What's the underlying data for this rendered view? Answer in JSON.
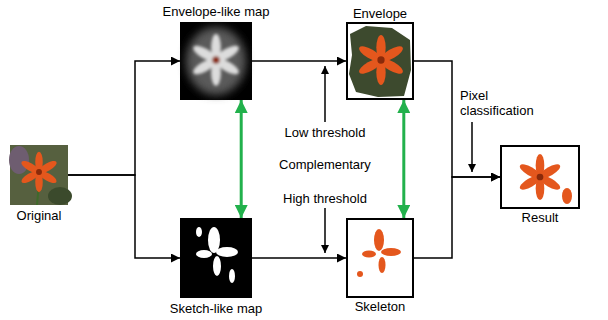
{
  "diagram": {
    "nodes": [
      {
        "text": [
          "Original"
        ]
      },
      {
        "text": [
          "Envelope-like map"
        ]
      },
      {
        "text": [
          "Envelope"
        ]
      },
      {
        "text": [
          "Sketch-like map"
        ]
      },
      {
        "text": [
          "Skeleton"
        ]
      },
      {
        "text": [
          "Result"
        ]
      }
    ],
    "edges": [
      {
        "from": 0,
        "to": 1,
        "arrow": "to"
      },
      {
        "from": 0,
        "to": 3,
        "arrow": "to"
      },
      {
        "from": 1,
        "to": 2,
        "arrow": "to"
      },
      {
        "from": 3,
        "to": 4,
        "arrow": "to"
      },
      {
        "from": 1,
        "to": 3,
        "arrow": "both"
      },
      {
        "from": 2,
        "to": 4,
        "arrow": "both"
      },
      {
        "from": 2,
        "to": 5,
        "arrow": "to"
      },
      {
        "from": 4,
        "to": 5,
        "arrow": "to"
      }
    ],
    "labels": [
      "Low threshold",
      "Complementary",
      "High threshold",
      "Pixel classification"
    ]
  }
}
